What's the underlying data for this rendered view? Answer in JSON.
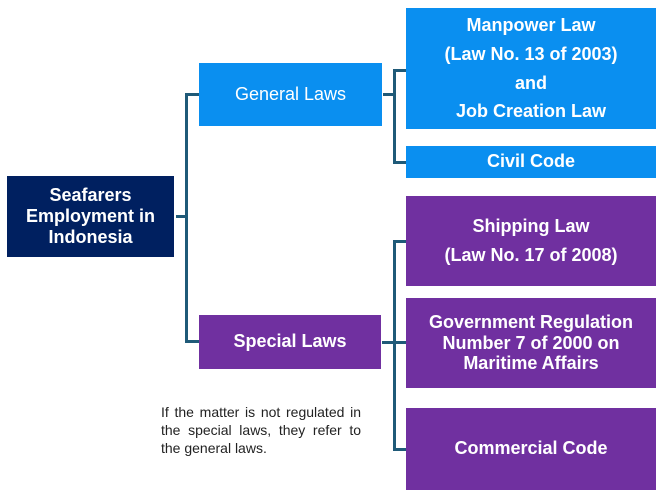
{
  "diagram": {
    "root": {
      "label_lines": [
        "Seafarers",
        "Employment in",
        "Indonesia"
      ]
    },
    "branches": [
      {
        "label": "General Laws",
        "children": [
          {
            "label_lines": [
              "Manpower Law",
              "(Law No. 13 of 2003)",
              "and",
              "Job Creation Law"
            ]
          },
          {
            "label_lines": [
              "Civil Code"
            ]
          }
        ]
      },
      {
        "label": "Special Laws",
        "children": [
          {
            "label_lines": [
              "Shipping Law",
              "(Law No. 17 of 2008)"
            ]
          },
          {
            "label_lines": [
              "Government Regulation",
              "Number 7 of 2000 on",
              "Maritime Affairs"
            ]
          },
          {
            "label_lines": [
              "Commercial Code"
            ]
          }
        ]
      }
    ],
    "note": "If the matter is not regulated in the special laws, they refer to the general laws."
  },
  "colors": {
    "root": "#002060",
    "general": "#0a8ff0",
    "special": "#7030a0",
    "connector": "#1f5a78"
  }
}
